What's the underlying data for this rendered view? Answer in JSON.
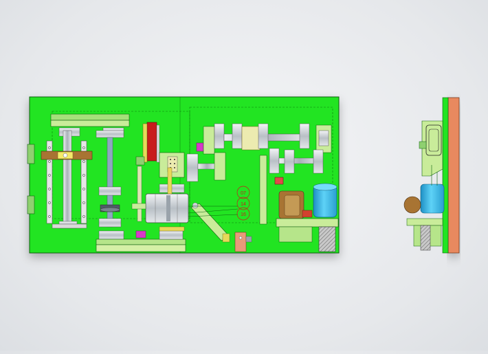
{
  "drawing": {
    "background_color": "#e8eaed",
    "panel_color": "#22e422",
    "outline_color": "#0d5f0d",
    "callouts": [
      "07",
      "14",
      "16"
    ]
  },
  "views": {
    "front": {
      "components": [
        "linear-guide-left",
        "ball-screw-left",
        "ball-screw-right",
        "slide-block",
        "red-rail",
        "motor-cylinder",
        "shaft-assembly-top",
        "shaft-assembly-mid",
        "pulley-block",
        "linkage-arm",
        "gear-motor",
        "blue-tank",
        "hatched-cylinder",
        "base-plate"
      ]
    },
    "side": {
      "components": [
        "side-panel",
        "orange-back-plate",
        "blue-tank-side",
        "gear-motor-side"
      ]
    }
  },
  "colors": {
    "grey_part": "#c9ced3",
    "yellow_part": "#e7d95a",
    "red_rail": "#c81c1c",
    "blue_tank": "#33b9e8",
    "orange_plate": "#e8895e",
    "brown_part": "#a87433",
    "pink_part": "#d838c8"
  }
}
